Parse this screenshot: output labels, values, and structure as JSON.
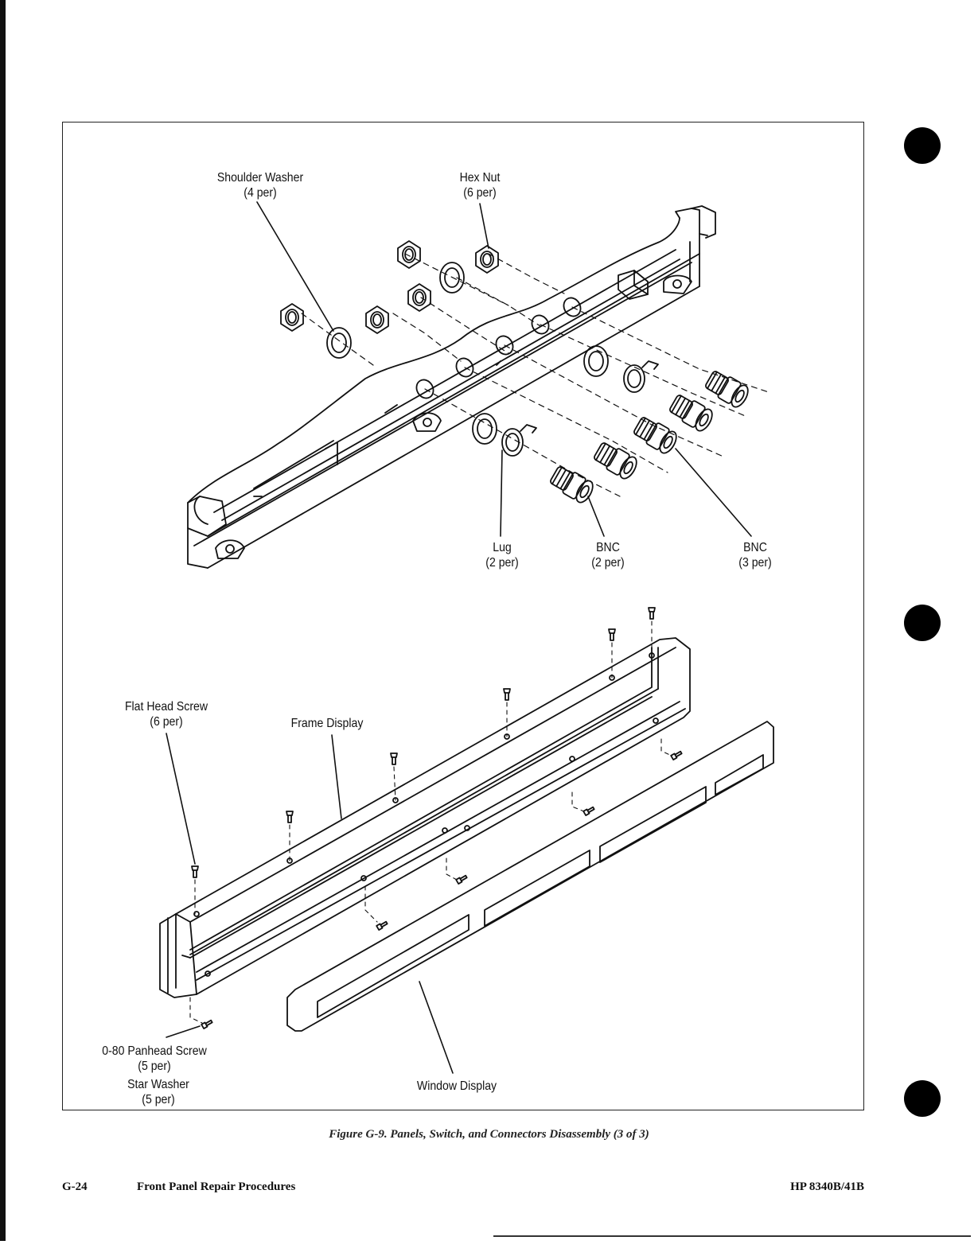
{
  "figure": {
    "labels": {
      "shoulder_washer": [
        "Shoulder Washer",
        "(4 per)"
      ],
      "hex_nut": [
        "Hex Nut",
        "(6 per)"
      ],
      "lug": [
        "Lug",
        "(2 per)"
      ],
      "bnc_2": [
        "BNC",
        "(2 per)"
      ],
      "bnc_3": [
        "BNC",
        "(3 per)"
      ],
      "flat_head_screw": [
        "Flat Head Screw",
        "(6 per)"
      ],
      "frame_display": "Frame Display",
      "panhead_screw": [
        "0-80 Panhead Screw",
        "(5 per)"
      ],
      "star_washer": [
        "Star Washer",
        "(5 per)"
      ],
      "window_display": "Window Display"
    },
    "caption": "Figure G-9.   Panels, Switch, and Connectors Disassembly (3 of 3)"
  },
  "footer": {
    "page_number": "G-24",
    "section_title": "Front Panel Repair Procedures",
    "model": "HP 8340B/41B"
  }
}
